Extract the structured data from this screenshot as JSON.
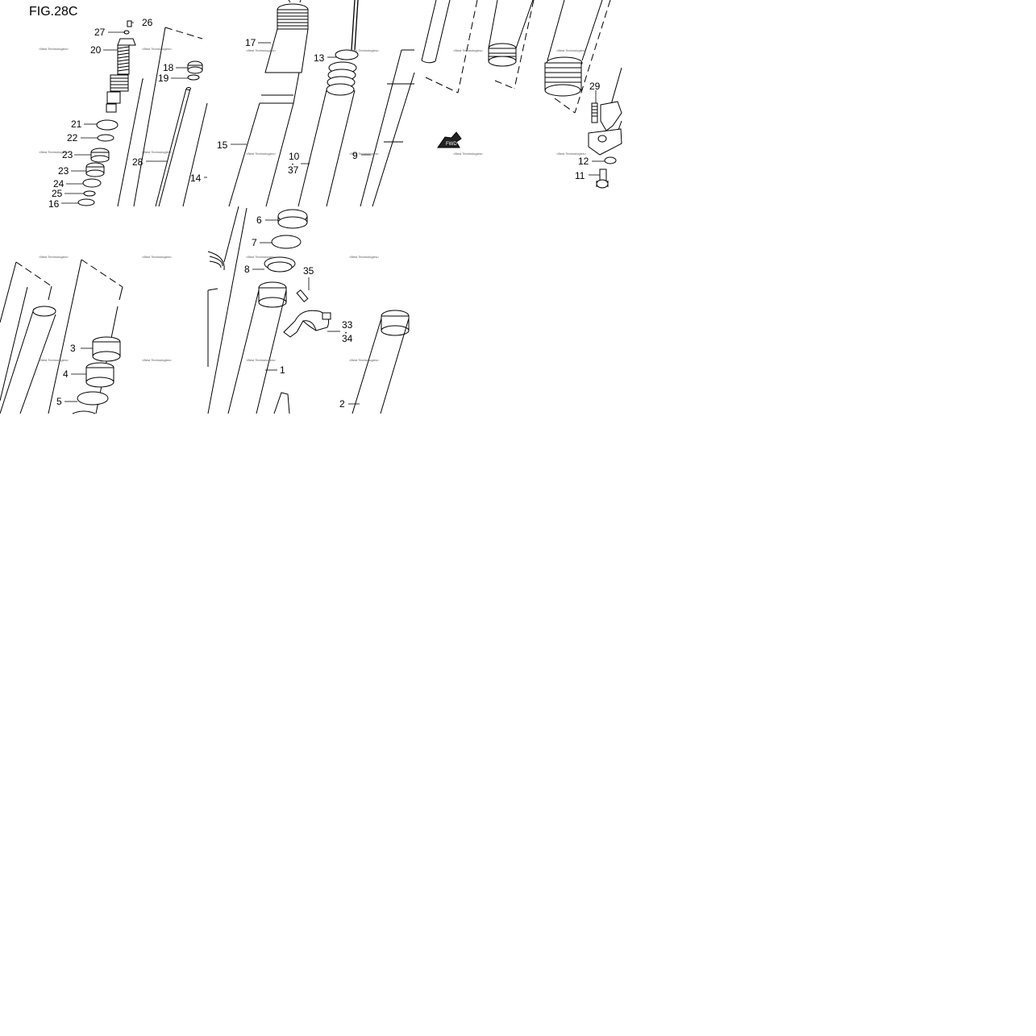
{
  "figure": {
    "title": "FIG.28C"
  },
  "watermark_text": "<Best Technologies>",
  "fwd_label": "FWD",
  "callouts": {
    "c1": "1",
    "c2": "2",
    "c3": "3",
    "c4": "4",
    "c5": "5",
    "c6": "6",
    "c7": "7",
    "c8": "8",
    "c9": "9",
    "c10": "10",
    "c11": "11",
    "c12": "12",
    "c13": "13",
    "c14": "14",
    "c15": "15",
    "c16": "16",
    "c17": "17",
    "c18": "18",
    "c19": "19",
    "c20": "20",
    "c21": "21",
    "c22": "22",
    "c23a": "23",
    "c23b": "23",
    "c24": "24",
    "c25": "25",
    "c26": "26",
    "c27": "27",
    "c28": "28",
    "c29": "29",
    "c33": "33",
    "c34": "34",
    "c35": "35",
    "c37": "37",
    "dot_a": "•",
    "dot_b": "•"
  }
}
